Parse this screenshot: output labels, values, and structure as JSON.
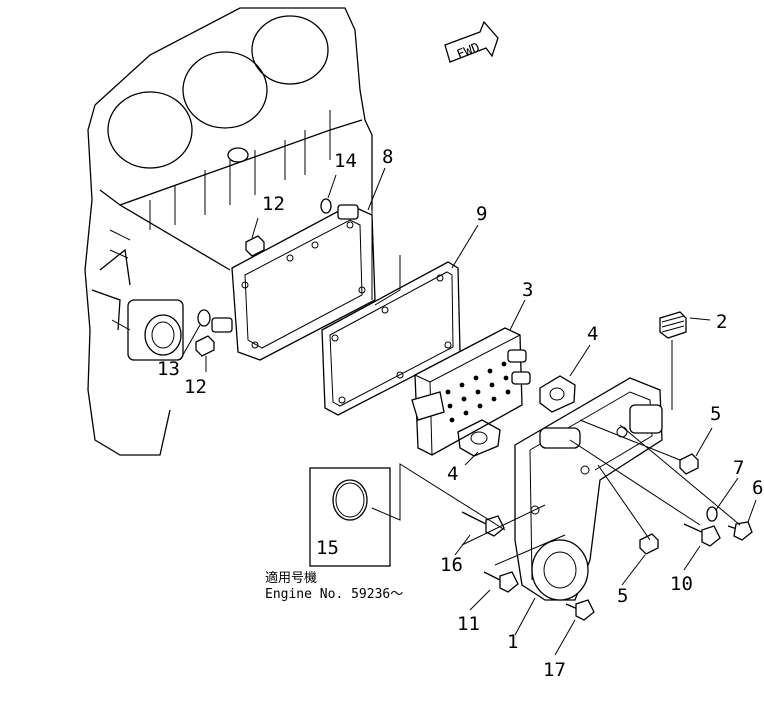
{
  "diagram": {
    "fwd_label": "FWD",
    "serial_note_jp": "適用号機",
    "serial_note_en": "Engine  No. 59236～",
    "callouts": {
      "c1": "1",
      "c2": "2",
      "c3": "3",
      "c4a": "4",
      "c4b": "4",
      "c5a": "5",
      "c5b": "5",
      "c6": "6",
      "c7": "7",
      "c8": "8",
      "c9": "9",
      "c10": "10",
      "c11": "11",
      "c12a": "12",
      "c12b": "12",
      "c13": "13",
      "c14": "14",
      "c15": "15",
      "c16": "16",
      "c17": "17"
    }
  }
}
